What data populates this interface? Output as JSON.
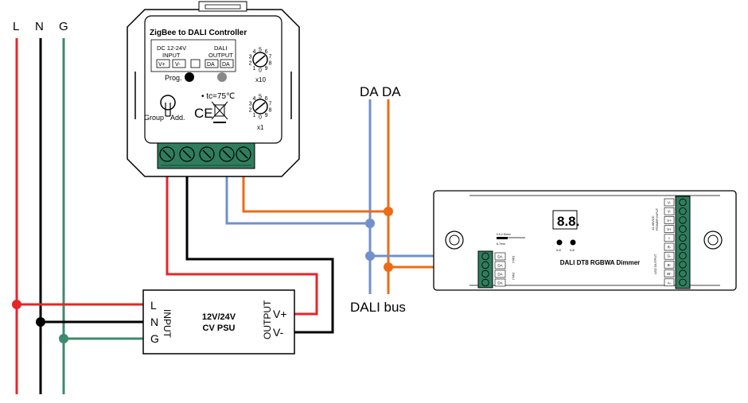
{
  "colors": {
    "live": "#e8242a",
    "neutral": "#000000",
    "ground": "#3e8a6e",
    "dali_blue": "#7190cc",
    "dali_orange": "#ee6b16",
    "terminal_green": "#2f7d5c"
  },
  "mains": {
    "L": "L",
    "N": "N",
    "G": "G"
  },
  "dali_top": {
    "da1": "DA",
    "da2": "DA"
  },
  "dali_bus_label": "DALI bus",
  "controller": {
    "title": "ZigBee to DALI Controller",
    "input_label_1": "DC 12-24V",
    "input_label_2": "INPUT",
    "vplus": "V+",
    "vminus": "V-",
    "output_label_1": "DALI",
    "output_label_2": "OUTPUT",
    "da1": "DA",
    "da2": "DA",
    "prog": "Prog.",
    "tc": "• tc=75℃",
    "ce": "CE",
    "group": "Group",
    "add": "Add.",
    "x10": "x10",
    "x1": "x1",
    "dial_digits": [
      "0",
      "1",
      "2",
      "3",
      "4",
      "5",
      "6",
      "7",
      "8",
      "9"
    ]
  },
  "psu": {
    "l": "L",
    "n": "N",
    "g": "G",
    "input": "INPUT",
    "title_1": "12V/24V",
    "title_2": "CV PSU",
    "output": "OUTPUT",
    "vplus": "V+",
    "vminus": "V-"
  },
  "dimmer": {
    "title": "DALI DT8 RGBWA Dimmer",
    "display": "8.8.",
    "btn1": "0-8",
    "btn2": "0-8",
    "power_input_1": "12-36VDC",
    "power_input_2": "POWER INPUT",
    "led_output": "LED OUTPUT",
    "right_terminals": [
      "V-",
      "V-",
      "V+",
      "V+",
      "+",
      "R-",
      "G-",
      "B-",
      "W-",
      "A-"
    ],
    "left_terminals": [
      "DA",
      "DA",
      "DA",
      "DA"
    ],
    "dali1": "DALI",
    "dali2": "DALI",
    "wire_spec_1": "0.5-2.5mm²",
    "wire_spec_2": "6-7mm"
  }
}
